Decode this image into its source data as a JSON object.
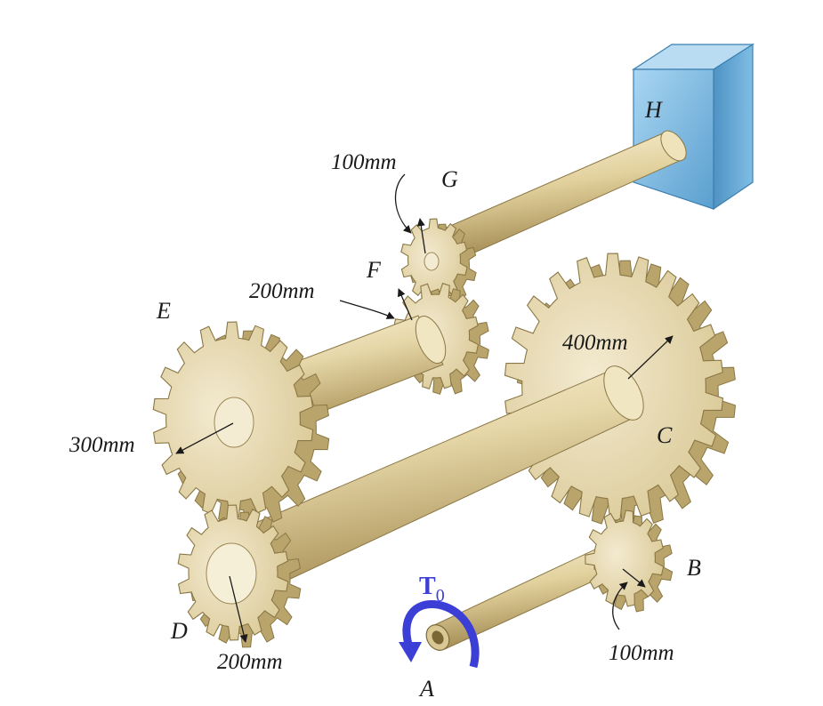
{
  "labels": {
    "A": "A",
    "B": "B",
    "C": "C",
    "D": "D",
    "E": "E",
    "F": "F",
    "G": "G",
    "H": "H"
  },
  "dimensions": {
    "G": "100mm",
    "F": "200mm",
    "C": "400mm",
    "E": "300mm",
    "D": "200mm",
    "B": "100mm"
  },
  "torque": {
    "symbol": "T",
    "subscript": "0"
  },
  "colors": {
    "gear_face": "#e8dcb3",
    "gear_side": "#b9a46c",
    "gear_edge": "#8a7745",
    "shaft_light": "#fbf4dc",
    "shaft_mid": "#dccb98",
    "shaft_dark": "#a88f55",
    "wall_front": "#7fbde4",
    "wall_side": "#5a9fcf",
    "wall_top": "#b9dcf2",
    "torque": "#3b3fd6",
    "arrow": "#1a1a1a"
  }
}
